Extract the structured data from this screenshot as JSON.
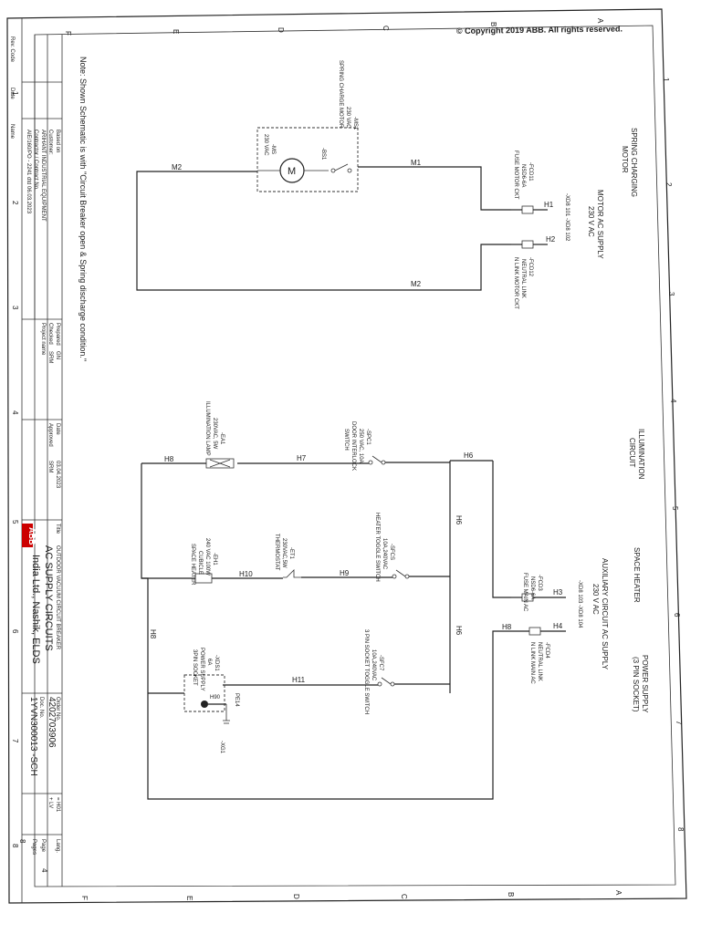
{
  "copyright": "© Copyright 2019 ABB. All rights reserved.",
  "note": "Note: Shown Schematic is with \"Circuit Breaker open & Spring discharge condition.\"",
  "columns": [
    "1",
    "2",
    "3",
    "4",
    "5",
    "6",
    "7",
    "8"
  ],
  "rows": [
    "A",
    "B",
    "C",
    "D",
    "E",
    "F"
  ],
  "sections": {
    "spring_charging": [
      "SPRING CHARGING",
      "MOTOR"
    ],
    "motor_supply": [
      "MOTOR AC SUPPLY",
      "230 V AC"
    ],
    "illumination": [
      "ILLUMINATION",
      "CIRCUIT"
    ],
    "space_heater": [
      "SPACE HEATER"
    ],
    "aux_supply": [
      "AUXILIARY CIRCUIT AC SUPPLY",
      "230 V AC"
    ],
    "power_supply": [
      "POWER SUPPLY",
      "(3 PIN SOCKET)"
    ]
  },
  "wires": {
    "m1": "M1",
    "m2a": "M2",
    "m2b": "M2",
    "h1": "H1",
    "h2": "H2",
    "h3": "H3",
    "h4": "H4",
    "h6a": "H6",
    "h6b": "H6",
    "h6c": "H6",
    "h7": "H7",
    "h8a": "H8",
    "h8b": "H8",
    "h8c": "H8",
    "h9": "H9",
    "h10": "H10",
    "h11": "H11",
    "h90": "H90"
  },
  "components": {
    "motor_box": [
      "-MS1",
      "230 VAC",
      "SPRING CHARGE MOTOR"
    ],
    "motor_sym": "M",
    "ms_label": [
      "-MS",
      "230 VAC"
    ],
    "bs1": "-BS1",
    "fcd11": [
      "-FCD11",
      "NSD6-6A",
      "FUSE MOTOR CKT"
    ],
    "fcd12": [
      "-FCD12",
      "NEUTRAL LINK",
      "N LINK MOTOR CKT"
    ],
    "xdb_motor": "-XD8 101 -XD8 102",
    "spc1": [
      "-SPC1",
      "250 VAC, 10A",
      "DOOR INTERLOCK",
      "SWITCH"
    ],
    "ea1": [
      "-EA1",
      "230VAC, 5W",
      "ILLUMINATION LAMP"
    ],
    "sfcs": [
      "-SFCS",
      "10A,240VAC",
      "HEATER TOGGLE SWITCH"
    ],
    "et1": [
      "-ET1",
      "230VAC,5W",
      "THERMOSTAT"
    ],
    "eh1": [
      "-EH1",
      "240 VAC 100W",
      "CUBICLE",
      "SPACE HEATER"
    ],
    "fcd3": [
      "-FCD3",
      "NSD6-6A",
      "FUSE MAIN AC"
    ],
    "fcd4": [
      "-FCD4",
      "NEUTRAL LINK",
      "N LINK MAIN AC"
    ],
    "xdb_aux": "-XD8 103 -XD8 104",
    "sfc7": [
      "-SFC7",
      "10A,240VAC",
      "3 PIN SOCKET TOGGLE SWITCH"
    ],
    "xds1": [
      "-XDS1",
      "6A",
      "POWER SUPPLY",
      "3PIN SOCKET"
    ],
    "xg1": "-XG1",
    "pe": "PE14"
  },
  "revision_block": {
    "rev_code": "Rev. Code",
    "date": "Date",
    "name": "Name",
    "based_on": "Based on",
    "customer_label": "Customer:",
    "customer": "ARIHANT INDUSTRIAL EQUIPMENT",
    "contractor_label": "Contractor / Contract No.",
    "contract_no": "AIE/160/PO - 2241 dtd 06.03.2023"
  },
  "approval_block": {
    "prepared": "Prepared",
    "prepared_by": "GN",
    "checked": "Checked",
    "checked_by": "SRM",
    "project": "Project name",
    "date_label": "Date",
    "date_value": "03.04.2023",
    "approved": "Approved",
    "approved_by": "SRM"
  },
  "title_block": {
    "title_label": "Title",
    "title_line1": "OUTDOOR VACUUM CIRCUIT BREAKER",
    "title_line2": "AC SUPPLY CIRCUITS",
    "company": "India Ltd., Nashik, ELDS",
    "logo": "ABB",
    "order_label": "Order No.",
    "order_no": "4202703906",
    "doc_label": "Doc. No.",
    "doc_no": "1YVN300013 -SCH",
    "designation": "= H01",
    "location": "+ LV",
    "lang_label": "Lang.",
    "page_label": "Page",
    "pages_label": "Pages",
    "page": "8",
    "pages": "4"
  }
}
